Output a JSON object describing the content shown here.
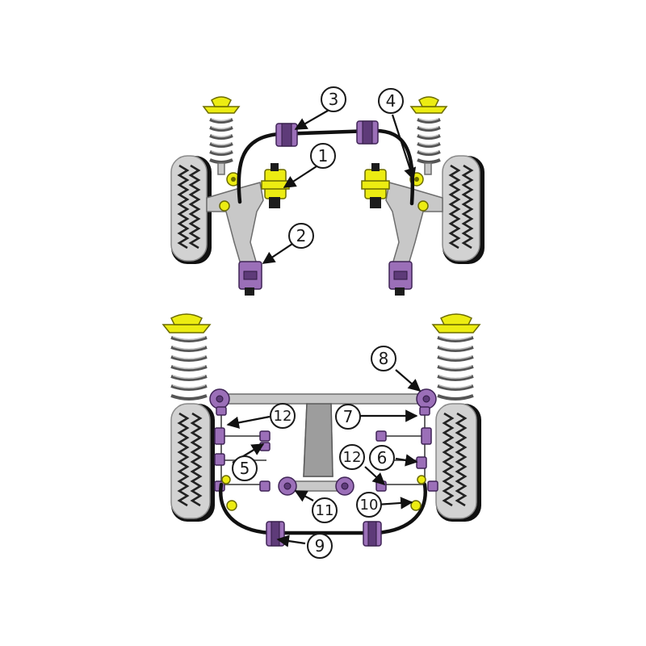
{
  "callouts": [
    {
      "id": "c1",
      "label": "1"
    },
    {
      "id": "c2",
      "label": "2"
    },
    {
      "id": "c3",
      "label": "3"
    },
    {
      "id": "c4",
      "label": "4"
    },
    {
      "id": "c5",
      "label": "5"
    },
    {
      "id": "c6",
      "label": "6"
    },
    {
      "id": "c7",
      "label": "7"
    },
    {
      "id": "c8",
      "label": "8"
    },
    {
      "id": "c9",
      "label": "9"
    },
    {
      "id": "c10",
      "label": "10"
    },
    {
      "id": "c11",
      "label": "11"
    },
    {
      "id": "c12a",
      "label": "12"
    },
    {
      "id": "c12b",
      "label": "12"
    }
  ],
  "colors": {
    "bush_yellow": "#ecec12",
    "bush_purple": "#9b6fb8",
    "steel_grey": "#c8c8c8",
    "tyre_black": "#111111"
  }
}
